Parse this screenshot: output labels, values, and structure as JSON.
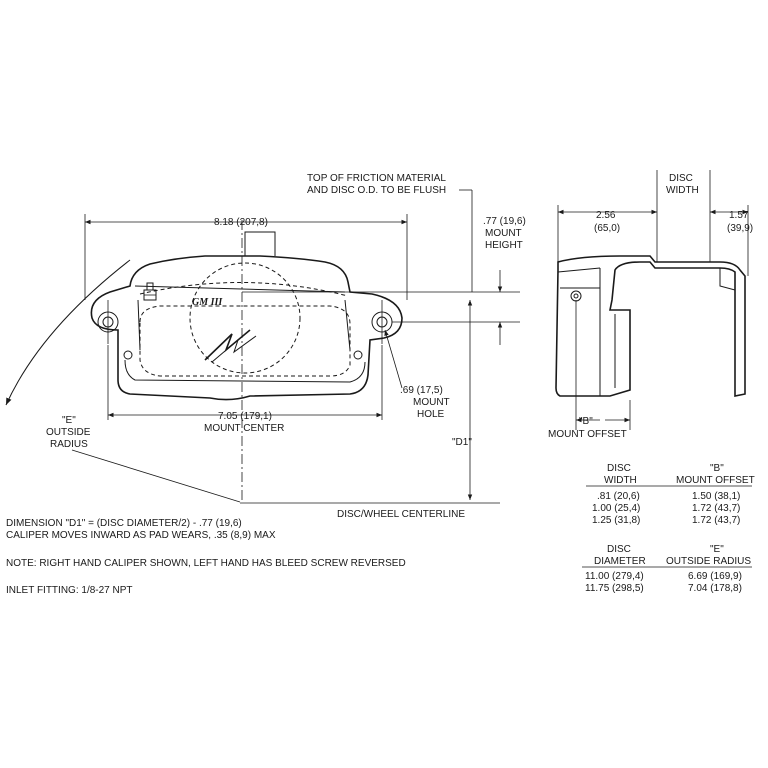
{
  "labels": {
    "overall_width": "8.18 (207,8)",
    "flush_note_1": "TOP OF FRICTION MATERIAL",
    "flush_note_2": "AND DISC O.D. TO BE FLUSH",
    "mount_height_value": ".77 (19,6)",
    "mount_height_1": "MOUNT",
    "mount_height_2": "HEIGHT",
    "mount_center_value": "7.05 (179,1)",
    "mount_center_label": "MOUNT CENTER",
    "mount_hole_value": ".69 (17,5)",
    "mount_hole_1": "MOUNT",
    "mount_hole_2": "HOLE",
    "outside_radius_e": "\"E\"",
    "outside_radius_1": "OUTSIDE",
    "outside_radius_2": "RADIUS",
    "d1": "\"D1\"",
    "centerline": "DISC/WHEEL CENTERLINE",
    "disc_width_1": "DISC",
    "disc_width_2": "WIDTH",
    "left_offset_value": "2.56",
    "left_offset_metric": "(65,0)",
    "right_offset_value": "1.57",
    "right_offset_metric": "(39,9)",
    "mount_offset_b": "\"B\"",
    "mount_offset_label": "MOUNT OFFSET",
    "logo_text": "GM III"
  },
  "notes": {
    "dimension_d1": "DIMENSION \"D1\" = (DISC DIAMETER/2) - .77 (19,6)",
    "pad_wear": "CALIPER MOVES INWARD AS PAD WEARS, .35 (8,9) MAX",
    "hand_note": "NOTE: RIGHT HAND CALIPER SHOWN, LEFT HAND HAS BLEED SCREW REVERSED",
    "inlet": "INLET FITTING: 1/8-27 NPT"
  },
  "table_disc_width": {
    "header_left_1": "DISC",
    "header_left_2": "WIDTH",
    "header_right_1": "\"B\"",
    "header_right_2": "MOUNT OFFSET",
    "rows": [
      {
        "a": ".81  (20,6)",
        "b": "1.50  (38,1)"
      },
      {
        "a": "1.00  (25,4)",
        "b": "1.72  (43,7)"
      },
      {
        "a": "1.25  (31,8)",
        "b": "1.72  (43,7)"
      }
    ]
  },
  "table_disc_diameter": {
    "header_left_1": "DISC",
    "header_left_2": "DIAMETER",
    "header_right_1": "\"E\"",
    "header_right_2": "OUTSIDE RADIUS",
    "rows": [
      {
        "a": "11.00  (279,4)",
        "b": "6.69  (169,9)"
      },
      {
        "a": "11.75  (298,5)",
        "b": "7.04  (178,8)"
      }
    ]
  }
}
